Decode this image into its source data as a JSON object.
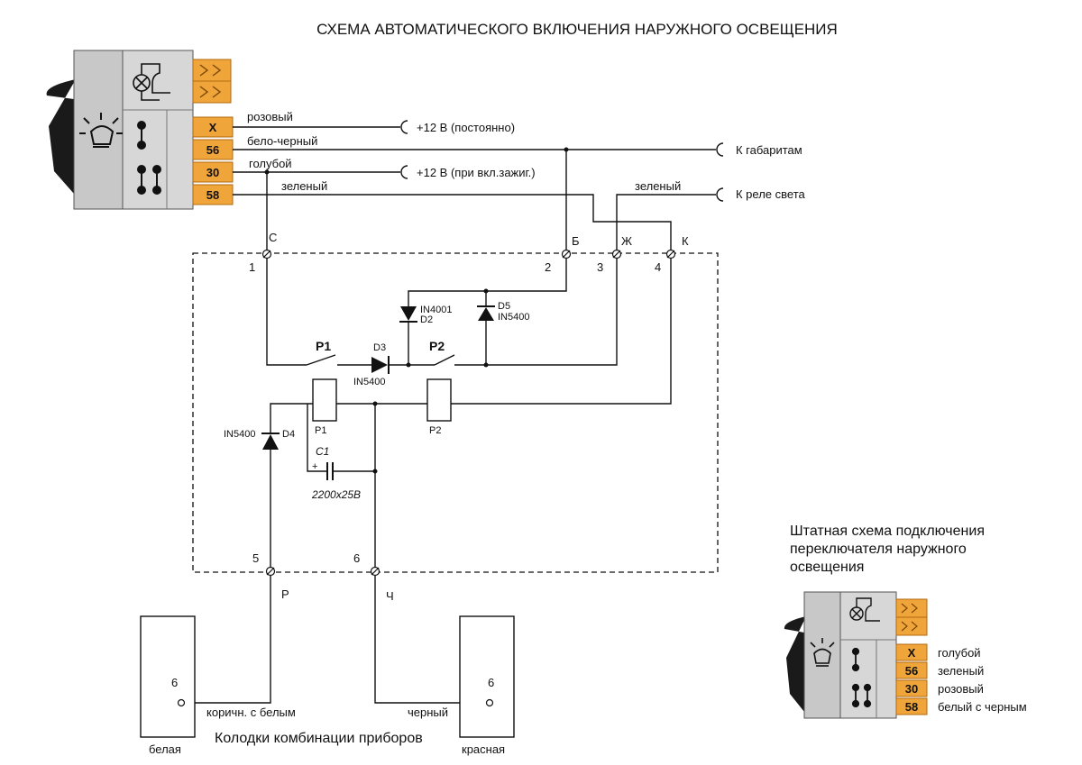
{
  "title": "СХЕМА АВТОМАТИЧЕСКОГО ВКЛЮЧЕНИЯ НАРУЖНОГО ОСВЕЩЕНИЯ",
  "top_switch": {
    "pins": [
      "X",
      "56",
      "30",
      "58"
    ],
    "wires": [
      "розовый",
      "бело-черный",
      "голубой",
      "зеленый"
    ]
  },
  "destinations": {
    "plus12_const": "+12 В (постоянно)",
    "gabarit": "К габаритам",
    "plus12_ign": "+12 В (при вкл.зажиг.)",
    "relay": "К реле света",
    "relay_wire": "зеленый"
  },
  "terminals_top": [
    {
      "letter": "С",
      "number": "1"
    },
    {
      "letter": "Б",
      "number": "2"
    },
    {
      "letter": "Ж",
      "number": "3"
    },
    {
      "letter": "К",
      "number": "4"
    }
  ],
  "terminals_bottom": [
    {
      "letter": "Р",
      "number": "5"
    },
    {
      "letter": "Ч",
      "number": "6"
    }
  ],
  "components": {
    "p1_contact": "P1",
    "p2_contact": "P2",
    "d3": "D3",
    "d3_type": "IN5400",
    "d2_type": "IN4001",
    "d2": "D2",
    "d5": "D5",
    "d5_type": "IN5400",
    "d4_type": "IN5400",
    "d4": "D4",
    "p1_coil": "P1",
    "p2_coil": "P2",
    "c1": "C1",
    "c1_plus": "+",
    "c1_value": "2200х25В"
  },
  "instrument_blocks": {
    "caption": "Колодки комбинации приборов",
    "left_name": "белая",
    "left_pin": "6",
    "left_wire": "коричн. с белым",
    "right_name": "красная",
    "right_pin": "6",
    "right_wire": "черный"
  },
  "standard": {
    "caption_lines": [
      "Штатная схема подключения",
      "переключателя наружного",
      "освещения"
    ],
    "pins": [
      "X",
      "56",
      "30",
      "58"
    ],
    "wires": [
      "голубой",
      "зеленый",
      "розовый",
      "белый с черным"
    ]
  }
}
